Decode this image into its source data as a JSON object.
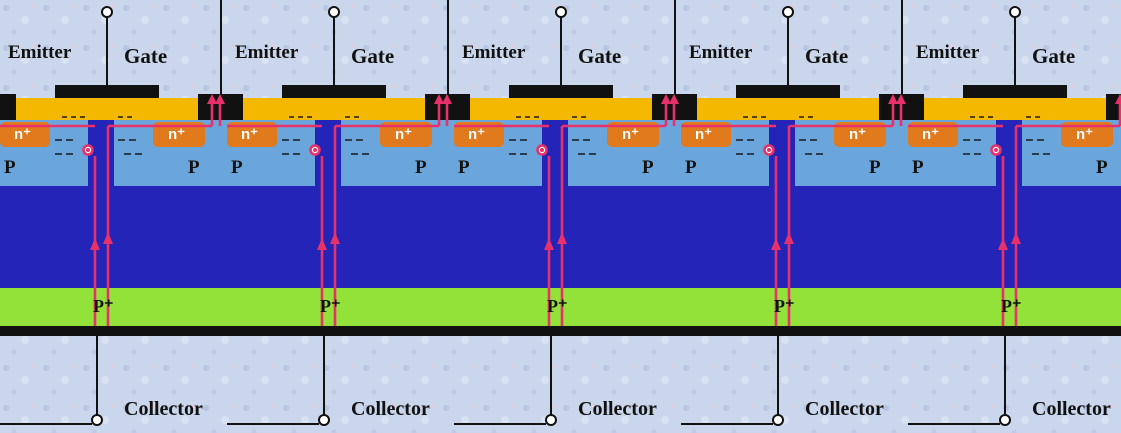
{
  "labels": {
    "emitter": "Emitter",
    "gate": "Gate",
    "collector": "Collector",
    "p_left": "P",
    "p_right": "P",
    "n_left": "n⁺",
    "n_right": "n⁺",
    "p_plus": "P⁺"
  },
  "tile_count": 5,
  "colors": {
    "background": "#c9d6ec",
    "oxide": "#f5b800",
    "metal": "#111111",
    "n_plus": "#e07a1c",
    "p_body": "#6aa6dc",
    "n_drift": "#2424b8",
    "p_plus_layer": "#93e23a",
    "current_path": "#e8306a"
  },
  "icons": [
    "emitter-terminal-icon",
    "gate-terminal-icon",
    "collector-terminal-icon",
    "current-arrow-icon"
  ]
}
